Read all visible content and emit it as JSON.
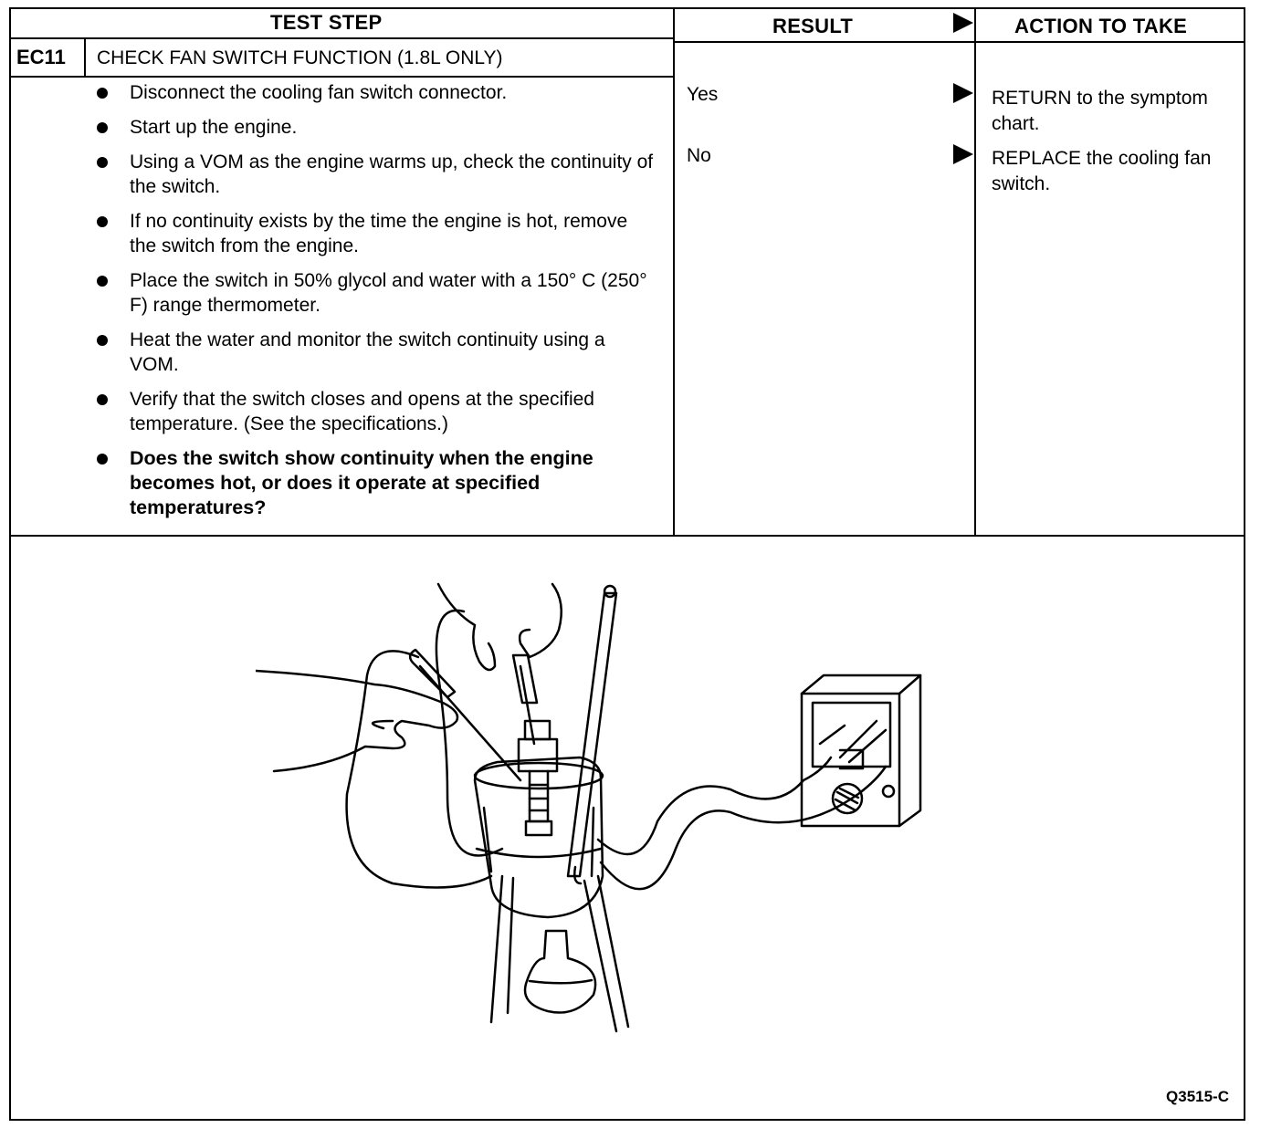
{
  "header": {
    "test_step": "TEST STEP",
    "result": "RESULT",
    "action": "ACTION TO TAKE"
  },
  "step": {
    "id": "EC11",
    "title": "CHECK FAN SWITCH FUNCTION (1.8L ONLY)",
    "bullets": [
      "Disconnect the cooling fan switch connector.",
      "Start up the engine.",
      "Using a VOM as the engine warms up, check the continuity of the switch.",
      "If no continuity exists by the time the engine is hot, remove the switch from the engine.",
      "Place the switch in 50% glycol and water with a 150° C (250° F) range thermometer.",
      "Heat the water and monitor the switch continuity using a VOM.",
      "Verify that the switch closes and opens at the specified temperature. (See the specifications.)",
      "Does the switch show continuity when the engine becomes hot, or does it operate at specified temperatures?"
    ]
  },
  "results": [
    {
      "result": "Yes",
      "action": "RETURN to the symptom chart."
    },
    {
      "result": "No",
      "action": "REPLACE the cooling fan switch."
    }
  ],
  "figure": {
    "code": "Q3515-C"
  }
}
